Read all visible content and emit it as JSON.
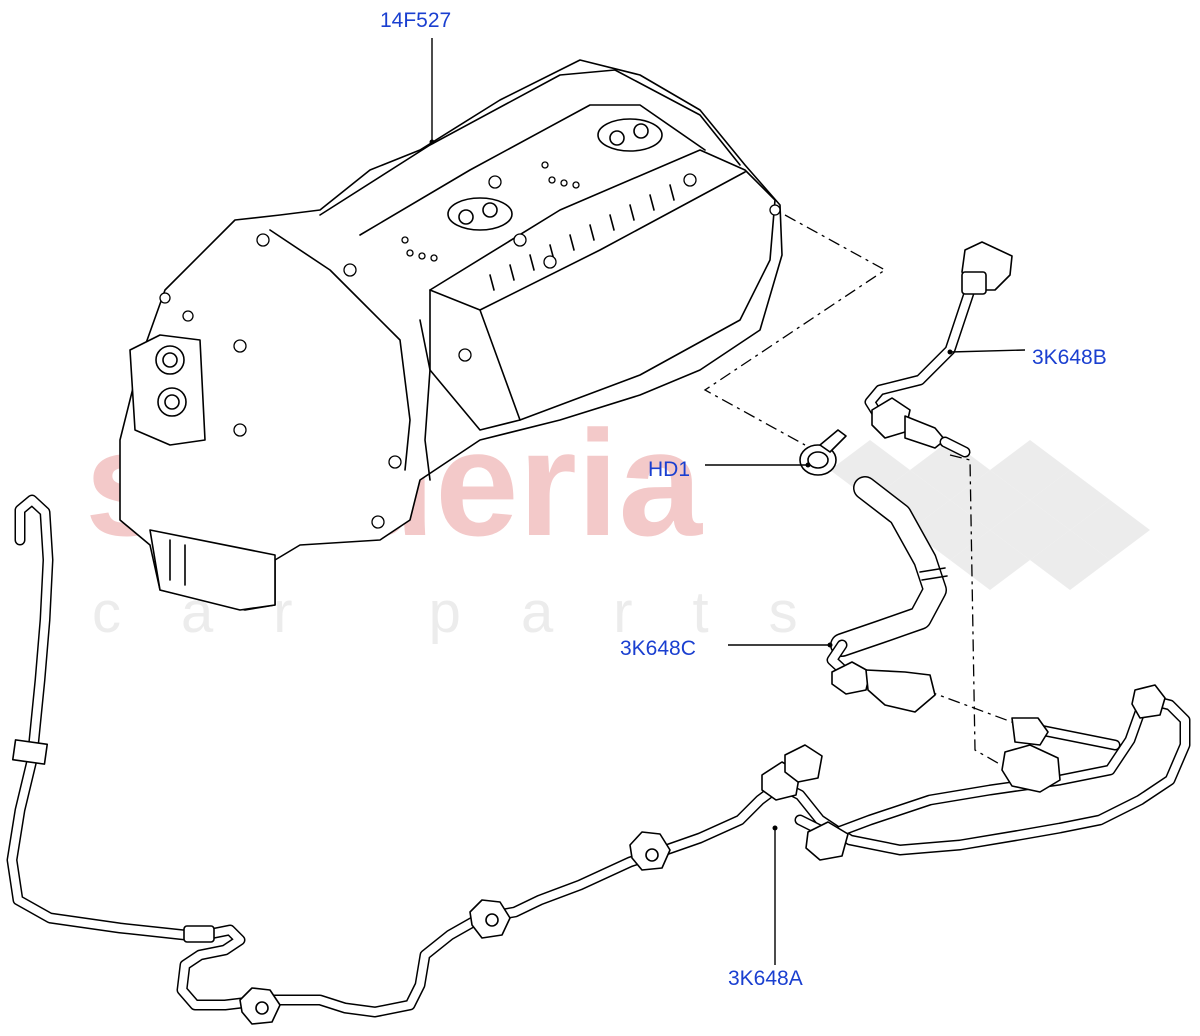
{
  "watermark": {
    "brand": "scuderia",
    "tagline": "car parts"
  },
  "callouts": [
    {
      "id": "14F527",
      "label": "14F527"
    },
    {
      "id": "3K648B",
      "label": "3K648B"
    },
    {
      "id": "HD1",
      "label": "HD1"
    },
    {
      "id": "3K648C",
      "label": "3K648C"
    },
    {
      "id": "3K648A",
      "label": "3K648A"
    }
  ],
  "colors": {
    "label": "#1a3fd0",
    "watermark_brand": "#f3c9c9",
    "watermark_tagline": "#ececec",
    "linework": "#000000",
    "background": "#ffffff"
  }
}
